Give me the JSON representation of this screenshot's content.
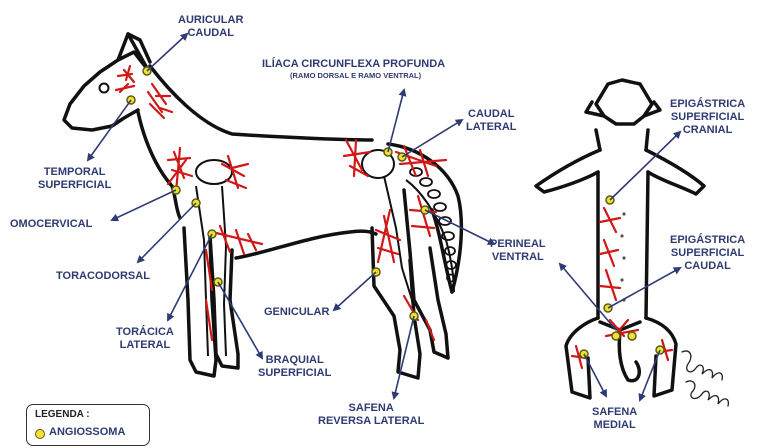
{
  "labels": {
    "auricular_caudal": [
      "AURICULAR",
      "CAUDAL"
    ],
    "temporal_superficial": [
      "TEMPORAL",
      "SUPERFICIAL"
    ],
    "omocervical": [
      "OMOCERVICAL"
    ],
    "toracodorsal": [
      "TORACODORSAL"
    ],
    "toracica_lateral": [
      "TORÁCICA",
      "LATERAL"
    ],
    "braquial_superficial": [
      "BRAQUIAL",
      "SUPERFICIAL"
    ],
    "iliaca": [
      "ILÍACA CIRCUNFLEXA PROFUNDA"
    ],
    "iliaca_sub": [
      "(RAMO DORSAL E RAMO VENTRAL)"
    ],
    "caudal_lateral": [
      "CAUDAL",
      "LATERAL"
    ],
    "perineal_ventral": [
      "PERINEAL",
      "VENTRAL"
    ],
    "genicular": [
      "GENICULAR"
    ],
    "safena_reversa": [
      "SAFENA",
      "REVERSA LATERAL"
    ],
    "epigastrica_cranial": [
      "EPIGÁSTRICA",
      "SUPERFICIAL",
      "CRANIAL"
    ],
    "epigastrica_caudal": [
      "EPIGÁSTRICA",
      "SUPERFICIAL",
      "CAUDAL"
    ],
    "safena_medial": [
      "SAFENA",
      "MEDIAL"
    ]
  },
  "legend": {
    "title": "LEGENDA :",
    "item": "ANGIOSSOMA"
  },
  "colors": {
    "label": "#2f3b73",
    "vessel": "#d01818",
    "dot": "#f2e22f",
    "outline": "#111111",
    "arrow": "#2f3b73"
  }
}
